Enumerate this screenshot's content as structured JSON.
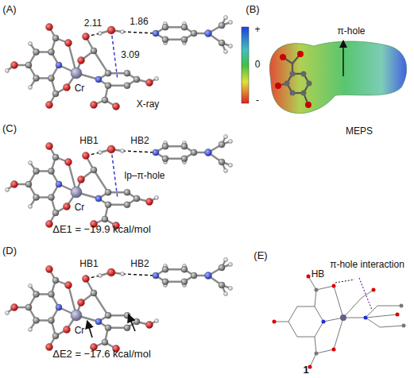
{
  "diagram": {
    "labels": [
      "(A)",
      "2.11",
      "1.86",
      "3.09",
      "Cr",
      "X-ray",
      "(B)",
      "+",
      "0",
      "-",
      "π-hole",
      "MEPS",
      "(C)",
      "HB1",
      "HB2",
      "lp–π-hole",
      "Cr",
      "ΔE1 = −19.9 kcal/mol",
      "(D)",
      "HB1",
      "HB2",
      "Cr",
      "ΔE2 = −17.6 kcal/mol",
      "(E)",
      "HB",
      "π-hole interaction",
      "1"
    ]
  }
}
